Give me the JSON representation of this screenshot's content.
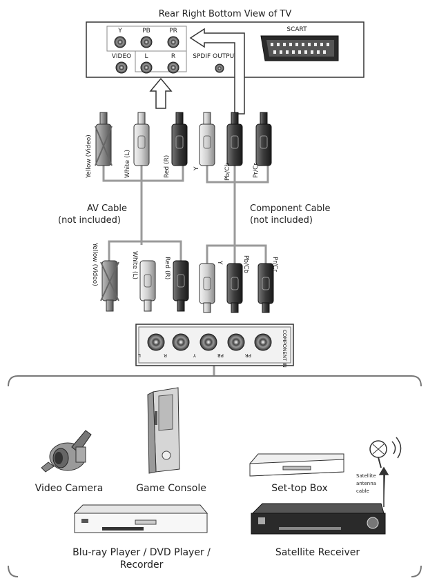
{
  "title": "Rear Right Bottom View of TV",
  "tv_panel": {
    "component_labels": [
      "Y",
      "PB",
      "PR"
    ],
    "video_label": "VIDEO",
    "audio_labels": [
      "L",
      "R"
    ],
    "spdif_label": "SPDIF OUTPUT",
    "scart_label": "SCART"
  },
  "cables": {
    "av_cable_line1": "AV Cable",
    "av_cable_line2": "(not included)",
    "component_cable_line1": "Component Cable",
    "component_cable_line2": "(not included)",
    "top_plug_labels": [
      "Yellow (Video)",
      "White (L)",
      "Red (R)",
      "Y",
      "Pb/Cb",
      "Pr/Cr"
    ],
    "bottom_plug_labels": [
      "Yellow (Video)",
      "White (L)",
      "Red (R)",
      "Y",
      "Pb/Cb",
      "Pr/Cr"
    ]
  },
  "device_panel": {
    "jack_labels": [
      "L",
      "R",
      "Y",
      "PB",
      "PR"
    ],
    "side_label": "COMPONENT IN"
  },
  "devices": {
    "video_camera": "Video Camera",
    "game_console": "Game Console",
    "set_top_box": "Set-top Box",
    "satellite_antenna_line1": "Satellite",
    "satellite_antenna_line2": "antenna",
    "satellite_antenna_line3": "cable",
    "bluray_line1": "Blu-ray Player / DVD Player /",
    "bluray_line2": "Recorder",
    "satellite_receiver": "Satellite Receiver"
  },
  "colors": {
    "line": "#222222",
    "cable": "#9a9a9a",
    "red_plug": "#3a3a3a",
    "white_plug": "#ededed",
    "yellow_plug": "#8a8a8a"
  }
}
